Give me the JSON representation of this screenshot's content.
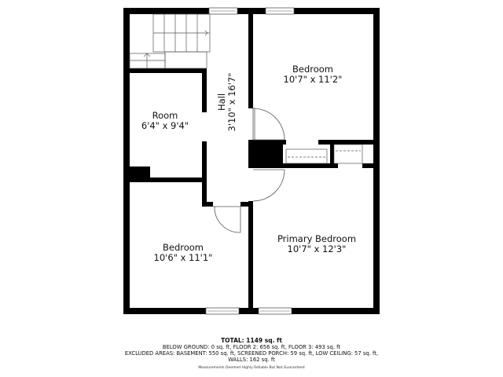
{
  "floorplan": {
    "rooms": [
      {
        "id": "bedroom-top-right",
        "name": "Bedroom",
        "dimensions": "10'7\" x 11'2\""
      },
      {
        "id": "room",
        "name": "Room",
        "dimensions": "6'4\" x 9'4\""
      },
      {
        "id": "hall",
        "name": "Hall",
        "dimensions": "3'10\" x 16'7\""
      },
      {
        "id": "bedroom-bottom-left",
        "name": "Bedroom",
        "dimensions": "10'6\" x 11'1\""
      },
      {
        "id": "primary-bedroom",
        "name": "Primary Bedroom",
        "dimensions": "10'7\" x 12'3\""
      }
    ],
    "colors": {
      "wall": "#000000",
      "background": "#ffffff",
      "line": "#555555"
    }
  },
  "summary": {
    "total": "TOTAL: 1149 sq. ft",
    "line1": "BELOW GROUND: 0 sq. ft, FLOOR 2: 656 sq. ft, FLOOR 3: 493 sq. ft",
    "line2": "EXCLUDED AREAS: BASEMENT: 550 sq. ft, SCREENED PORCH: 59 sq. ft, LOW CEILING: 57 sq. ft,",
    "line3": "WALLS: 162 sq. ft",
    "disclaimer": "Measurements Deemed Highly Reliable But Not Guaranteed"
  }
}
